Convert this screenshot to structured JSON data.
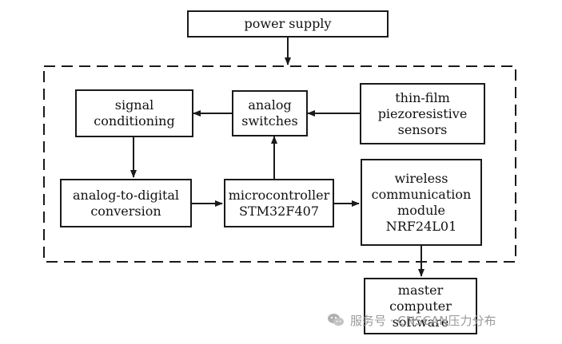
{
  "blocks": {
    "power_supply": {
      "lines": [
        "power supply"
      ]
    },
    "signal_conditioning": {
      "lines": [
        "signal",
        "conditioning"
      ]
    },
    "analog_switches": {
      "lines": [
        "analog",
        "switches"
      ]
    },
    "sensors": {
      "lines": [
        "thin-film",
        "piezoresistive",
        "sensors"
      ]
    },
    "adc": {
      "lines": [
        "analog-to-digital",
        "conversion"
      ]
    },
    "mcu": {
      "lines": [
        "microcontroller",
        "STM32F407"
      ]
    },
    "wireless": {
      "lines": [
        "wireless",
        "communication",
        "module",
        "NRF24L01"
      ]
    },
    "master": {
      "lines": [
        "master",
        "computer",
        "software"
      ]
    }
  },
  "watermark": {
    "text": "服务号 · CNSCAN压力分布",
    "icon": "wechat-icon"
  },
  "colors": {
    "line": "#1a1a1a",
    "watermark": "#9a9a9a"
  }
}
